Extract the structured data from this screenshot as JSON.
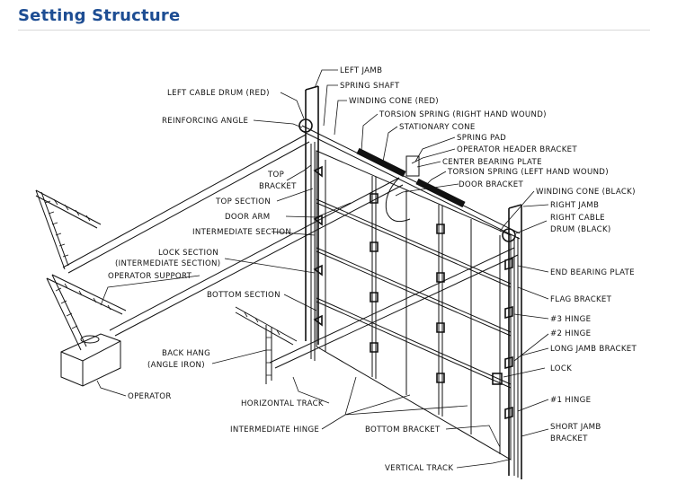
{
  "page": {
    "title": "Setting Structure"
  },
  "diagram": {
    "labels": {
      "left_jamb": "LEFT JAMB",
      "spring_shaft": "SPRING SHAFT",
      "left_cable_drum": "LEFT CABLE DRUM (RED)",
      "winding_cone_red": "WINDING CONE (RED)",
      "reinforcing_angle": "REINFORCING ANGLE",
      "torsion_spring_right": "TORSION SPRING (RIGHT HAND WOUND)",
      "stationary_cone": "STATIONARY CONE",
      "spring_pad": "SPRING PAD",
      "operator_header_bracket": "OPERATOR HEADER BRACKET",
      "center_bearing_plate": "CENTER BEARING PLATE",
      "torsion_spring_left": "TORSION SPRING (LEFT HAND WOUND)",
      "top_bracket_1": "TOP",
      "top_bracket_2": "BRACKET",
      "door_bracket": "DOOR BRACKET",
      "winding_cone_black": "WINDING CONE (BLACK)",
      "top_section": "TOP SECTION",
      "right_jamb": "RIGHT JAMB",
      "door_arm": "DOOR ARM",
      "right_cable_drum_1": "RIGHT CABLE",
      "right_cable_drum_2": "DRUM (BLACK)",
      "intermediate_section": "INTERMEDIATE SECTION",
      "lock_section_1": "LOCK SECTION",
      "lock_section_2": "(INTERMEDIATE SECTION)",
      "operator_support": "OPERATOR SUPPORT",
      "end_bearing_plate": "END BEARING PLATE",
      "bottom_section": "BOTTOM SECTION",
      "flag_bracket": "FLAG BRACKET",
      "hinge_3": "#3 HINGE",
      "hinge_2": "#2 HINGE",
      "back_hang_1": "BACK HANG",
      "back_hang_2": "(ANGLE IRON)",
      "long_jamb_bracket": "LONG JAMB BRACKET",
      "lock": "LOCK",
      "operator": "OPERATOR",
      "horizontal_track": "HORIZONTAL TRACK",
      "hinge_1": "#1 HINGE",
      "intermediate_hinge": "INTERMEDIATE HINGE",
      "bottom_bracket": "BOTTOM BRACKET",
      "short_jamb_bracket_1": "SHORT JAMB",
      "short_jamb_bracket_2": "BRACKET",
      "vertical_track": "VERTICAL TRACK"
    }
  }
}
